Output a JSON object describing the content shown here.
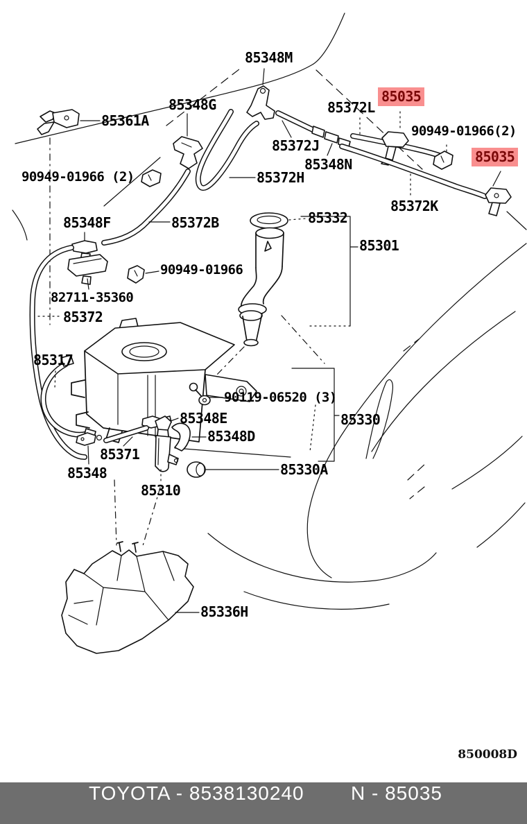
{
  "diagram": {
    "code": "850008D",
    "colors": {
      "line": "#111111",
      "highlight_bg": "#f98f8f",
      "highlight_text": "#7a0808",
      "footer_bg": "#6e6e6e",
      "footer_text": "#ffffff"
    },
    "labels": [
      {
        "id": "85348M",
        "text": "85348M",
        "highlighted": false
      },
      {
        "id": "85348G",
        "text": "85348G",
        "highlighted": false
      },
      {
        "id": "85372L",
        "text": "85372L",
        "highlighted": false
      },
      {
        "id": "85035-1",
        "text": "85035",
        "highlighted": true
      },
      {
        "id": "90949-01966-2-right",
        "text": "90949-01966(2)",
        "highlighted": false
      },
      {
        "id": "85035-2",
        "text": "85035",
        "highlighted": true
      },
      {
        "id": "85361A",
        "text": "85361A",
        "highlighted": false
      },
      {
        "id": "85372J",
        "text": "85372J",
        "highlighted": false
      },
      {
        "id": "85348N",
        "text": "85348N",
        "highlighted": false
      },
      {
        "id": "85372H",
        "text": "85372H",
        "highlighted": false
      },
      {
        "id": "85372K",
        "text": "85372K",
        "highlighted": false
      },
      {
        "id": "90949-01966-2-left",
        "text": "90949-01966 (2)",
        "highlighted": false
      },
      {
        "id": "85348F",
        "text": "85348F",
        "highlighted": false
      },
      {
        "id": "85372B",
        "text": "85372B",
        "highlighted": false
      },
      {
        "id": "85332",
        "text": "85332",
        "highlighted": false
      },
      {
        "id": "85301",
        "text": "85301",
        "highlighted": false
      },
      {
        "id": "90949-01966-mid",
        "text": "90949-01966",
        "highlighted": false
      },
      {
        "id": "82711-35360",
        "text": "82711-35360",
        "highlighted": false
      },
      {
        "id": "85372",
        "text": "85372",
        "highlighted": false
      },
      {
        "id": "85317",
        "text": "85317",
        "highlighted": false
      },
      {
        "id": "90119-06520-3",
        "text": "90119-06520 (3)",
        "highlighted": false
      },
      {
        "id": "85348E",
        "text": "85348E",
        "highlighted": false
      },
      {
        "id": "85330",
        "text": "85330",
        "highlighted": false
      },
      {
        "id": "85348D",
        "text": "85348D",
        "highlighted": false
      },
      {
        "id": "85371",
        "text": "85371",
        "highlighted": false
      },
      {
        "id": "85348",
        "text": "85348",
        "highlighted": false
      },
      {
        "id": "85330A",
        "text": "85330A",
        "highlighted": false
      },
      {
        "id": "85310",
        "text": "85310",
        "highlighted": false
      },
      {
        "id": "85336H",
        "text": "85336H",
        "highlighted": false
      }
    ]
  },
  "footer": {
    "left": "TOYOTA - 8538130240",
    "right": "N - 85035"
  }
}
